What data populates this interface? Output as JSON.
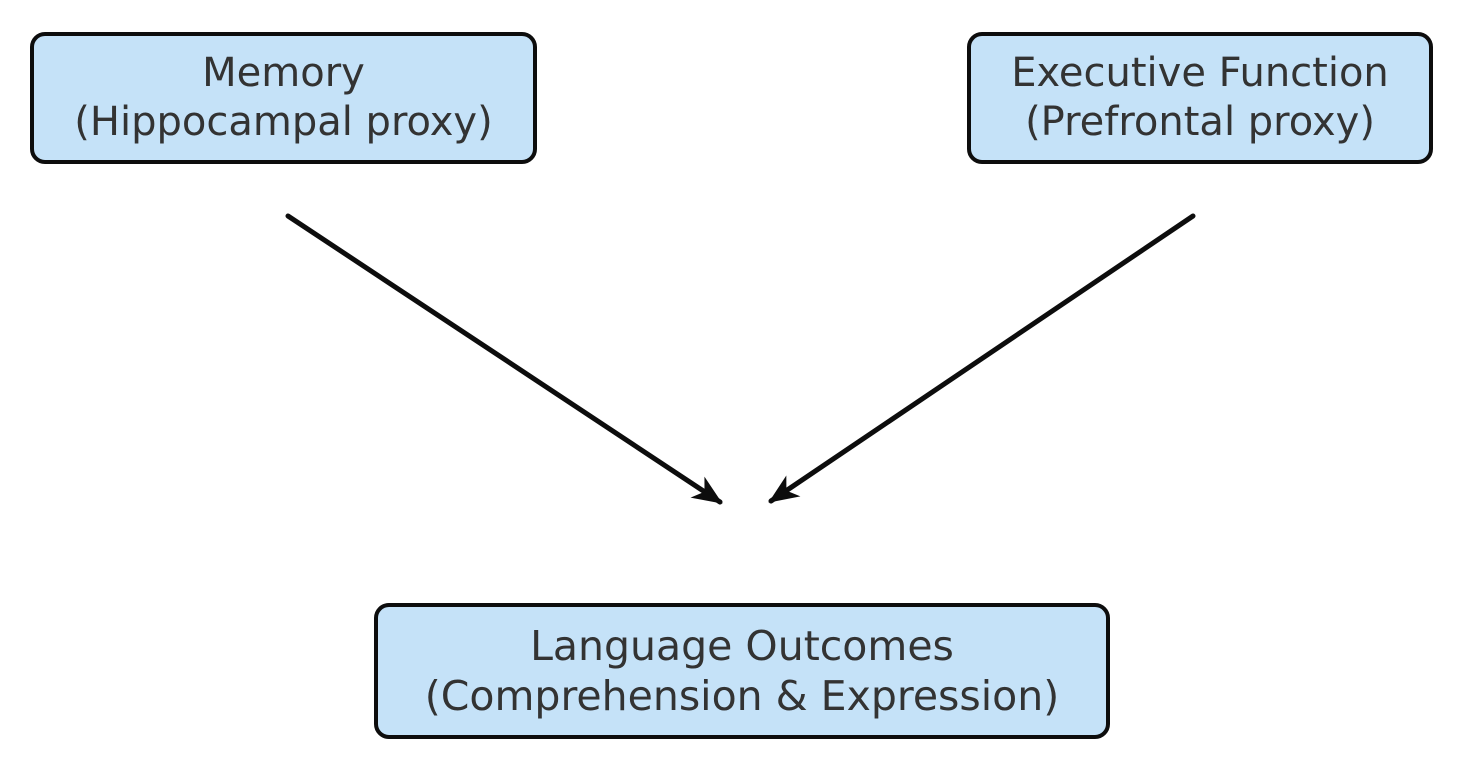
{
  "diagram": {
    "type": "flow-diagram",
    "background": "#ffffff",
    "nodes": [
      {
        "id": "memory",
        "line1": "Memory",
        "line2": "(Hippocampal proxy)"
      },
      {
        "id": "executive",
        "line1": "Executive Function",
        "line2": "(Prefrontal proxy)"
      },
      {
        "id": "language",
        "line1": "Language Outcomes",
        "line2": "(Comprehension & Expression)"
      }
    ],
    "edges": [
      {
        "from": "Memory (Hippocampal proxy)",
        "to": "Language Outcomes (Comprehension & Expression)",
        "style": "solid-arrow"
      },
      {
        "from": "Executive Function (Prefrontal proxy)",
        "to": "Language Outcomes (Comprehension & Expression)",
        "style": "solid-arrow"
      }
    ],
    "colors": {
      "node_fill": "#c5e2f8",
      "node_border": "#0d0d0d",
      "text": "#333333",
      "arrow": "#0d0d0d"
    }
  }
}
